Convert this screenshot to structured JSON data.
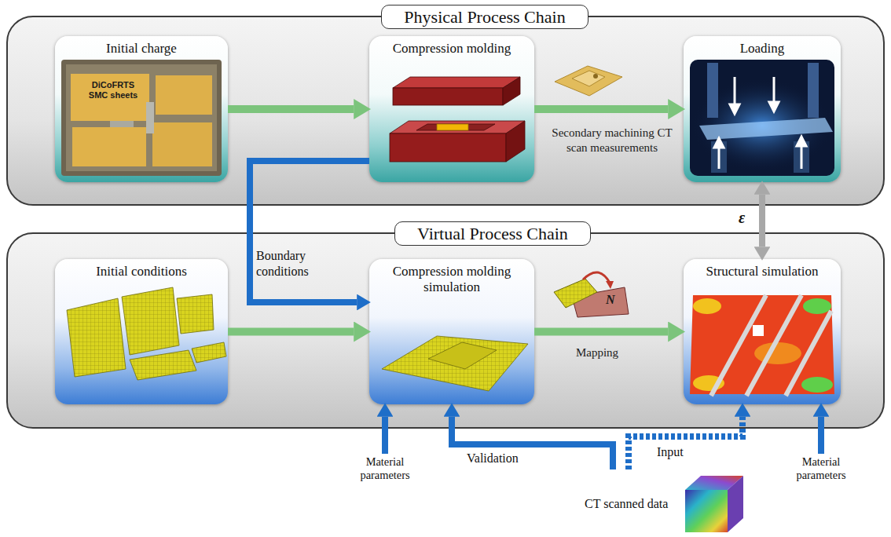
{
  "diagram": {
    "nodes": [
      {
        "text": [
          "Physical Process Chain"
        ]
      },
      {
        "text": [
          "Initial charge",
          "DiCoFRTS SMC sheets"
        ],
        "in": 0
      },
      {
        "text": [
          "Compression molding"
        ],
        "in": 0
      },
      {
        "text": [
          "Loading"
        ],
        "in": 0
      },
      {
        "text": [
          "Virtual Process Chain"
        ]
      },
      {
        "text": [
          "Initial conditions"
        ],
        "in": 4
      },
      {
        "text": [
          "Compression molding simulation"
        ],
        "in": 4
      },
      {
        "text": [
          "Structural simulation"
        ],
        "in": 4
      },
      {
        "text": [
          "Material parameters"
        ]
      },
      {
        "text": [
          "CT scanned data"
        ]
      },
      {
        "text": [
          "Material parameters"
        ]
      }
    ],
    "edges": [
      {
        "from": 1,
        "to": 2,
        "arrow": "to"
      },
      {
        "from": 2,
        "to": 3,
        "label": "Secondary machining CT scan measurements",
        "arrow": "to"
      },
      {
        "from": 5,
        "to": 6,
        "arrow": "to"
      },
      {
        "from": 6,
        "to": 7,
        "label": "Mapping",
        "arrow": "to"
      },
      {
        "from": 2,
        "to": 6,
        "label": "Boundary conditions",
        "arrow": "to"
      },
      {
        "from": 3,
        "to": 7,
        "label": "ε",
        "arrow": "both"
      },
      {
        "from": 8,
        "to": 6,
        "arrow": "to"
      },
      {
        "from": 9,
        "to": 6,
        "label": "Validation",
        "arrow": "to"
      },
      {
        "from": 9,
        "to": 7,
        "label": "Input",
        "arrow": "to"
      },
      {
        "from": 10,
        "to": 7,
        "arrow": "to"
      }
    ],
    "labels": [
      "N"
    ]
  }
}
